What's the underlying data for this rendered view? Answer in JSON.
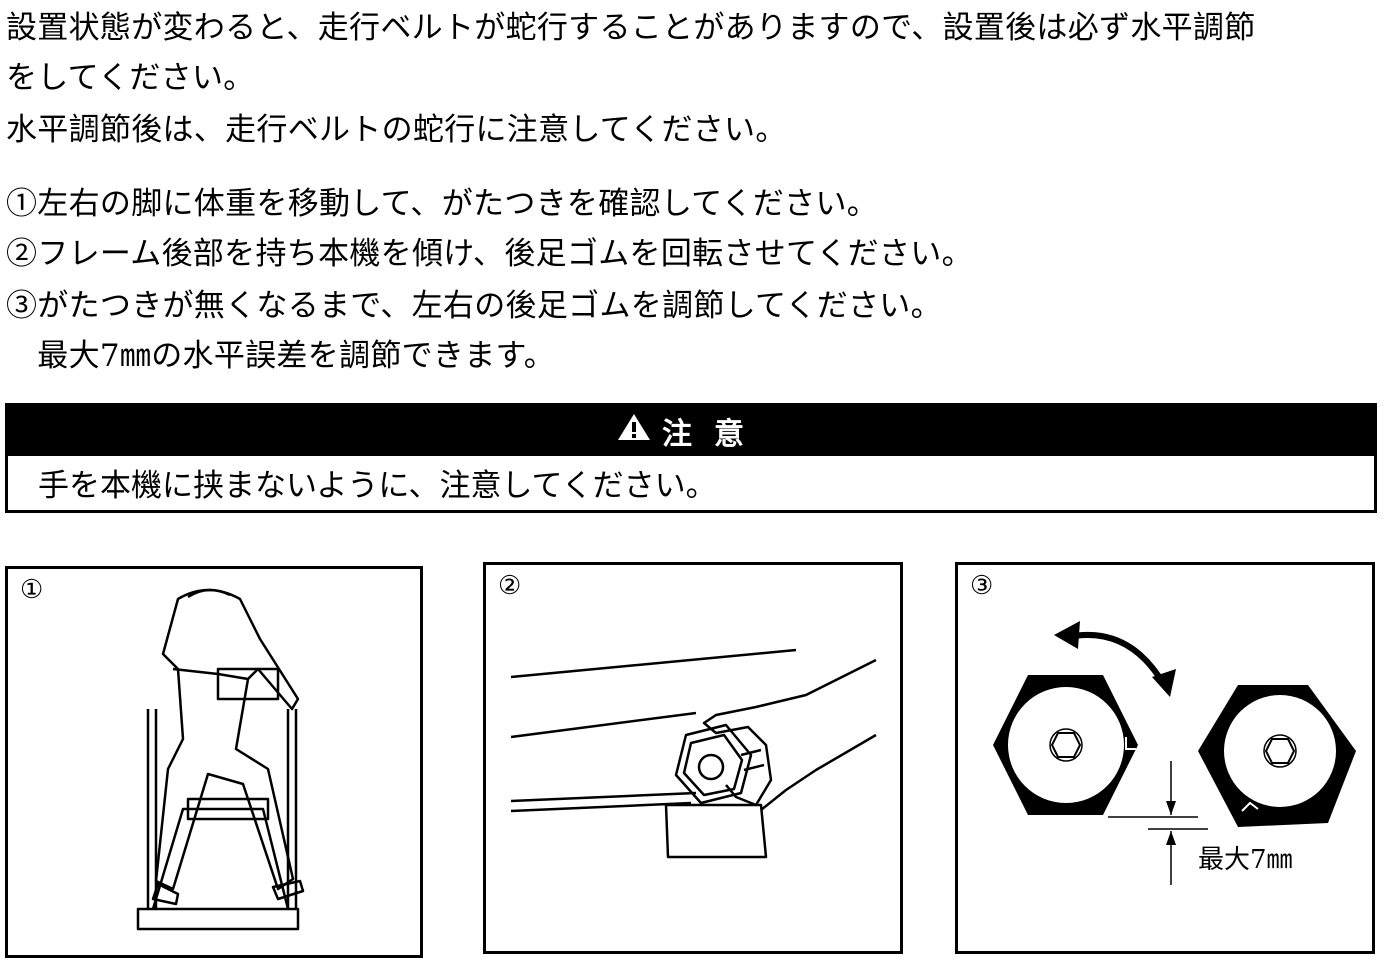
{
  "intro": {
    "line1": "設置状態が変わると、走行ベルトが蛇行することがありますので、設置後は必ず水平調節",
    "line2": "をしてください。",
    "line3": "水平調節後は、走行ベルトの蛇行に注意してください。"
  },
  "steps": [
    "①左右の脚に体重を移動して、がたつきを確認してください。",
    "②フレーム後部を持ち本機を傾け、後足ゴムを回転させてください。",
    "③がたつきが無くなるまで、左右の後足ゴムを調節してください。",
    "　最大7㎜の水平誤差を調節できます。"
  ],
  "caution": {
    "icon": "warning-triangle-icon",
    "title": "注意",
    "text": "手を本機に挟まないように、注意してください。"
  },
  "figures": [
    {
      "number": "①",
      "icon": "person-on-treadmill-illustration"
    },
    {
      "number": "②",
      "icon": "hand-turning-rubber-foot-illustration"
    },
    {
      "number": "③",
      "icon": "rubber-foot-adjustment-diagram",
      "max_label": "最大7㎜"
    }
  ]
}
